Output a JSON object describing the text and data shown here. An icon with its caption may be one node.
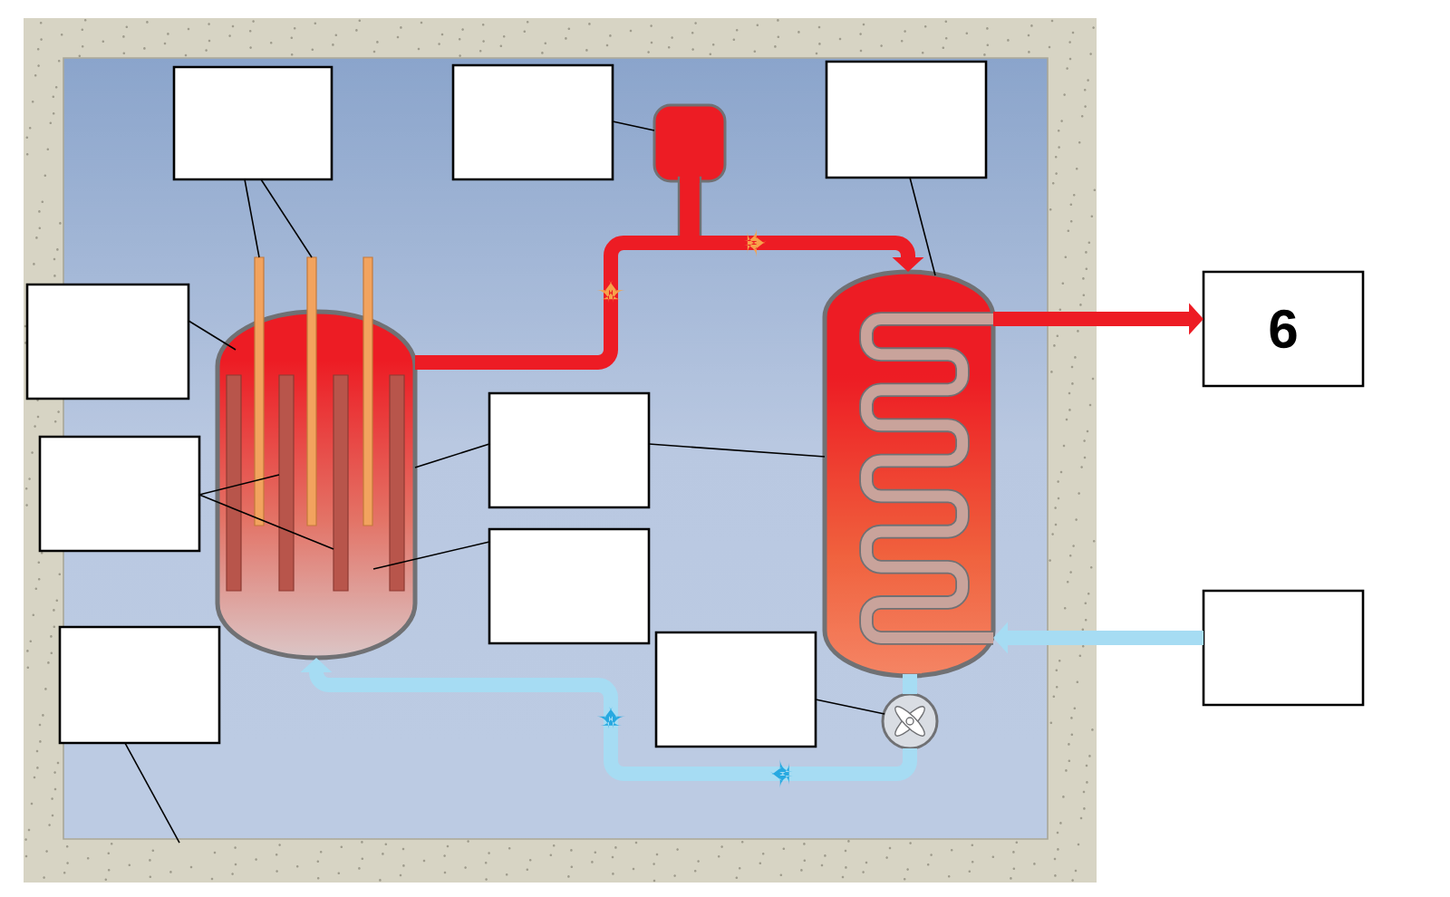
{
  "diagram": {
    "nodes": [
      {
        "text": [],
        "shape": "box"
      },
      {
        "text": [],
        "shape": "box",
        "in": 0
      },
      {
        "text": [],
        "shape": "box",
        "in": 0
      },
      {
        "text": [],
        "shape": "box",
        "in": 0
      },
      {
        "text": [],
        "shape": "box",
        "in": 0
      },
      {
        "text": [],
        "shape": "box",
        "in": 0
      },
      {
        "text": [],
        "shape": "box",
        "in": 0
      },
      {
        "text": [],
        "shape": "box",
        "in": 0
      },
      {
        "text": [],
        "shape": "box",
        "in": 0
      },
      {
        "text": [],
        "shape": "box",
        "in": 0
      },
      {
        "text": [
          "6"
        ]
      },
      {
        "text": [],
        "shape": "box"
      },
      {
        "text": [],
        "shape": "cylinder",
        "in": 0
      },
      {
        "text": [],
        "shape": "bar",
        "in": 0
      },
      {
        "text": [],
        "shape": "bar",
        "in": 0
      },
      {
        "text": [],
        "shape": "bar",
        "in": 0
      },
      {
        "text": [],
        "shape": "bar",
        "in": 12
      },
      {
        "text": [],
        "shape": "bar",
        "in": 12
      },
      {
        "text": [],
        "shape": "bar",
        "in": 12
      },
      {
        "text": [],
        "shape": "bar",
        "in": 12
      },
      {
        "text": [],
        "shape": "box",
        "in": 0
      },
      {
        "text": [],
        "shape": "cylinder",
        "in": 0
      },
      {
        "text": [],
        "shape": "circle",
        "in": 0
      }
    ],
    "edges": [
      {
        "from": 1,
        "to": 13,
        "arrow": "none"
      },
      {
        "from": 1,
        "to": 14,
        "arrow": "none"
      },
      {
        "from": 2,
        "to": 20,
        "arrow": "none"
      },
      {
        "from": 3,
        "to": 21,
        "arrow": "none"
      },
      {
        "from": 4,
        "to": 12,
        "arrow": "none"
      },
      {
        "from": 5,
        "to": 17,
        "arrow": "none"
      },
      {
        "from": 5,
        "to": 18,
        "arrow": "none"
      },
      {
        "from": 6,
        "to": 12,
        "arrow": "none"
      },
      {
        "from": 6,
        "to": 21,
        "arrow": "none"
      },
      {
        "from": 7,
        "to": 12,
        "arrow": "none"
      },
      {
        "from": 8,
        "to": 0,
        "arrow": "none"
      },
      {
        "from": 9,
        "to": 22,
        "arrow": "none"
      },
      {
        "from": 12,
        "to": 21,
        "arrow": "to",
        "style": "thick",
        "color": "#ed1c24"
      },
      {
        "from": 21,
        "to": 22,
        "arrow": "none",
        "style": "thick",
        "color": "#a6dcf3"
      },
      {
        "from": 22,
        "to": 12,
        "arrow": "to",
        "style": "thick",
        "color": "#a6dcf3"
      },
      {
        "from": 21,
        "to": 10,
        "arrow": "to",
        "style": "thick",
        "color": "#ed1c24"
      },
      {
        "from": 11,
        "to": 21,
        "arrow": "to",
        "style": "thick",
        "color": "#a6dcf3"
      }
    ]
  }
}
